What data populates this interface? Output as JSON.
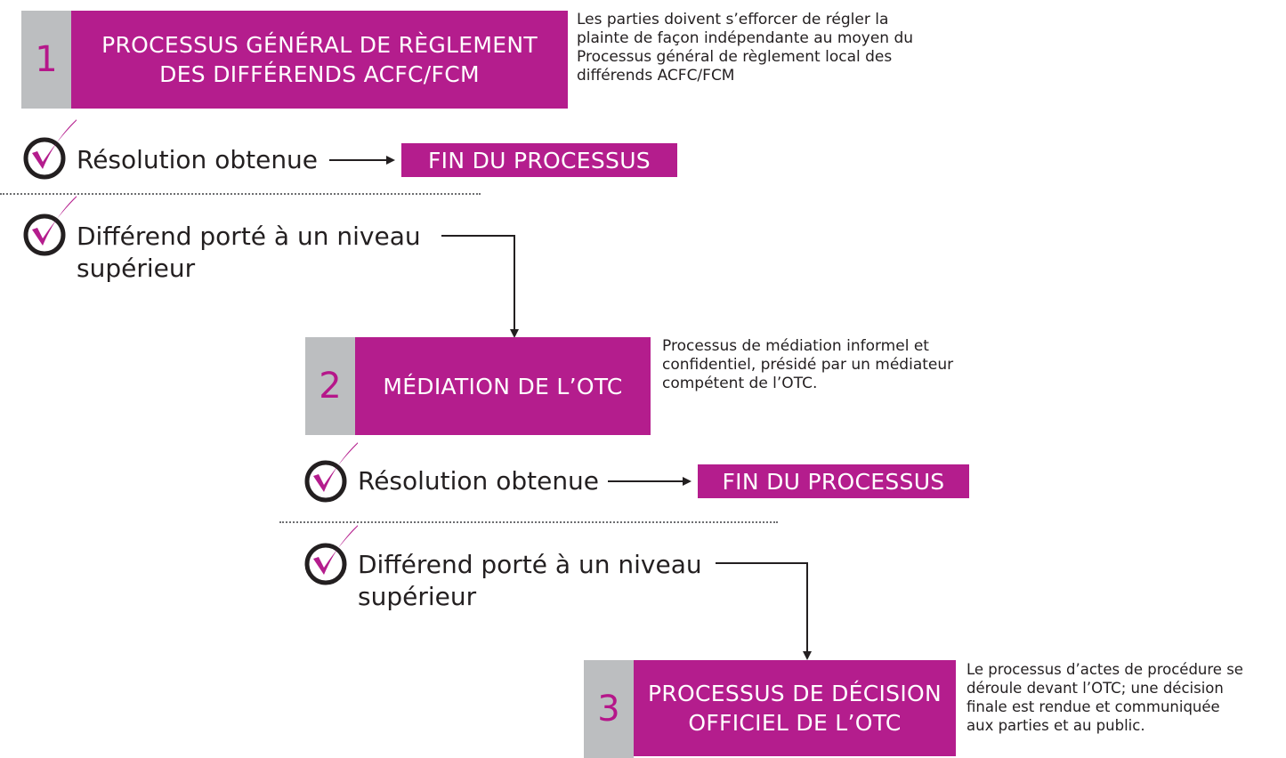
{
  "colors": {
    "magenta": "#b41d8d",
    "grey": "#bcbec0",
    "number": "#b5178a",
    "text": "#231f20"
  },
  "steps": [
    {
      "number": "1",
      "title_line1": "PROCESSUS GÉNÉRAL DE RÈGLEMENT",
      "title_line2": "DES DIFFÉRENDS ACFC/FCM",
      "description": [
        "Les parties doivent s’efforcer de régler la",
        "plainte de façon indépendante au moyen du",
        "Processus général de règlement local des",
        "différends ACFC/FCM"
      ]
    },
    {
      "number": "2",
      "title_line1": "MÉDIATION DE L’OTC",
      "title_line2": "",
      "description": [
        "Processus de médiation informel et",
        "confidentiel, présidé par un médiateur",
        "compétent de l’OTC."
      ]
    },
    {
      "number": "3",
      "title_line1": "PROCESSUS DE DÉCISION",
      "title_line2": "OFFICIEL DE L’OTC",
      "description": [
        "Le processus d’actes de procédure se",
        "déroule devant l’OTC; une décision",
        "finale est rendue et communiquée",
        "aux parties et au public."
      ]
    }
  ],
  "outcomes": {
    "resolved": "Résolution obtenue",
    "escalated_line1": "Différend porté à un niveau",
    "escalated_line2": "supérieur",
    "end": "FIN DU PROCESSUS"
  },
  "icons": [
    "check-circle-icon",
    "arrow-right-icon",
    "arrow-down-icon"
  ]
}
